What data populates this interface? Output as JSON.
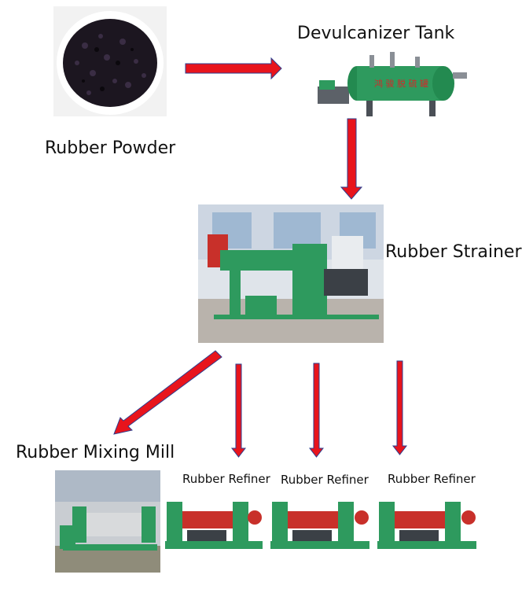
{
  "labels": {
    "powder": "Rubber Powder",
    "tank": "Devulcanizer Tank",
    "strainer": "Rubber Strainer",
    "mixing_mill": "Rubber Mixing Mill",
    "refiner_1": "Rubber Refiner",
    "refiner_2": "Rubber Refiner",
    "refiner_3": "Rubber Refiner"
  },
  "colors": {
    "arrow_fill": "#e8141c",
    "arrow_stroke": "#2c3e8f",
    "machine_green": "#2e9a5e",
    "machine_red": "#c8302a"
  },
  "photos": {
    "powder": "rubber-powder-photo",
    "tank": "devulcanizer-tank-photo",
    "strainer": "rubber-strainer-photo",
    "mixing_mill": "rubber-mixing-mill-photo",
    "refiner": "rubber-refiner-photo"
  }
}
